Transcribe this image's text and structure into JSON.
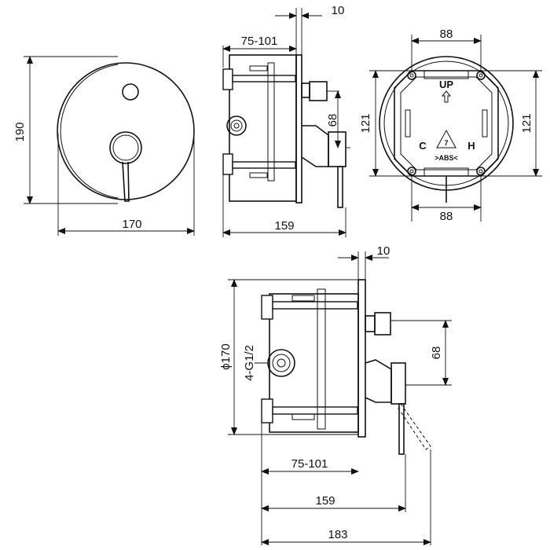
{
  "front_view": {
    "height_dim": "190",
    "width_dim": "170"
  },
  "side_view_small": {
    "top_dim": "10",
    "depth_range_dim": "75-101",
    "outlet_offset_dim": "68",
    "total_depth_dim": "159"
  },
  "back_view": {
    "top_dim": "88",
    "bottom_dim": "88",
    "left_dim": "121",
    "right_dim": "121",
    "up_label": "UP",
    "cold_label": "C",
    "hot_label": "H",
    "recycle_number": "7",
    "material_label": ">ABS<"
  },
  "side_view_large": {
    "top_dim": "10",
    "diameter_dim": "ϕ170",
    "thread_label": "4-G1/2",
    "outlet_offset_dim": "68",
    "depth_range_dim": "75-101",
    "depth_dim": "159",
    "total_depth_dim": "183"
  }
}
